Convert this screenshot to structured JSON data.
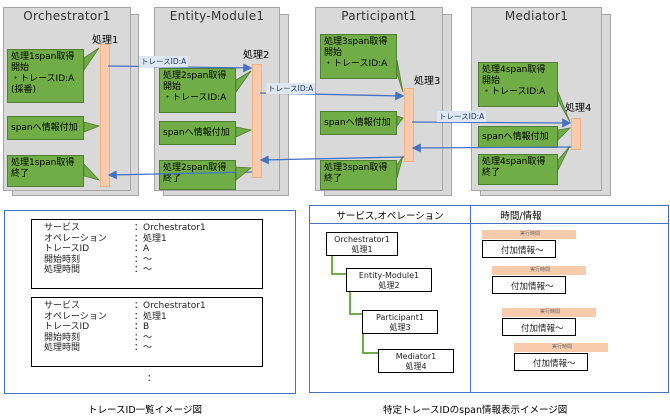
{
  "services": [
    {
      "name": "Orchestrator1",
      "step": "処理1",
      "box_top": "処理1span取得開始\n・トレースID:A\n(採番)",
      "box_mid": "spanへ情報付加",
      "box_bot": "処理1span取得終了"
    },
    {
      "name": "Entity-Module1",
      "step": "処理2",
      "box_top": "処理2span取得開始\n・トレースID:A",
      "box_mid": "spanへ情報付加",
      "box_bot": "処理2span取得終了"
    },
    {
      "name": "Participant1",
      "step": "処理3",
      "box_top": "処理3span取得開始\n・トレースID:A",
      "box_mid": "spanへ情報付加",
      "box_bot": "処理3span取得終了"
    },
    {
      "name": "Mediator1",
      "step": "処理4",
      "box_top": "処理4span取得開始\n・トレースID:A",
      "box_mid": "spanへ情報付加",
      "box_bot": "処理4span取得終了"
    }
  ],
  "arrow_labels": [
    "トレースID:A",
    "トレースID:A",
    "トレースID:A"
  ],
  "left_panel": {
    "records": [
      {
        "rows": [
          [
            "サービス",
            "：Orchestrator1"
          ],
          [
            "オペレーション",
            "：処理1"
          ],
          [
            "トレースID",
            "：A"
          ],
          [
            "開始時刻",
            "：～"
          ],
          [
            "処理時間",
            "：～"
          ]
        ]
      },
      {
        "rows": [
          [
            "サービス",
            "：Orchestrator1"
          ],
          [
            "オペレーション",
            "：処理1"
          ],
          [
            "トレースID",
            "：B"
          ],
          [
            "開始時刻",
            "：～"
          ],
          [
            "処理時間",
            "：～"
          ]
        ]
      }
    ],
    "ellipsis": "：",
    "caption": "トレースID一覧イメージ図"
  },
  "right_panel": {
    "header_left": "サービス,オペレーション",
    "header_right": "時間/情報",
    "tree": [
      {
        "service": "Orchestrator1",
        "op": "処理1"
      },
      {
        "service": "Entity-Module1",
        "op": "処理2"
      },
      {
        "service": "Participant1",
        "op": "処理3"
      },
      {
        "service": "Mediator1",
        "op": "処理4"
      }
    ],
    "timeline": [
      {
        "bar_label": "実行時間",
        "info": "付加情報～"
      },
      {
        "bar_label": "実行時間",
        "info": "付加情報～"
      },
      {
        "bar_label": "実行時間",
        "info": "付加情報～"
      },
      {
        "bar_label": "実行時間",
        "info": "付加情報～"
      }
    ],
    "caption": "特定トレースIDのspan情報表示イメージ図"
  },
  "colors": {
    "green": "#70ad47",
    "bar": "#f8cbad",
    "arrow": "#4472c4",
    "panel_border": "#4472c4",
    "tree_connector": "#70ad47"
  }
}
